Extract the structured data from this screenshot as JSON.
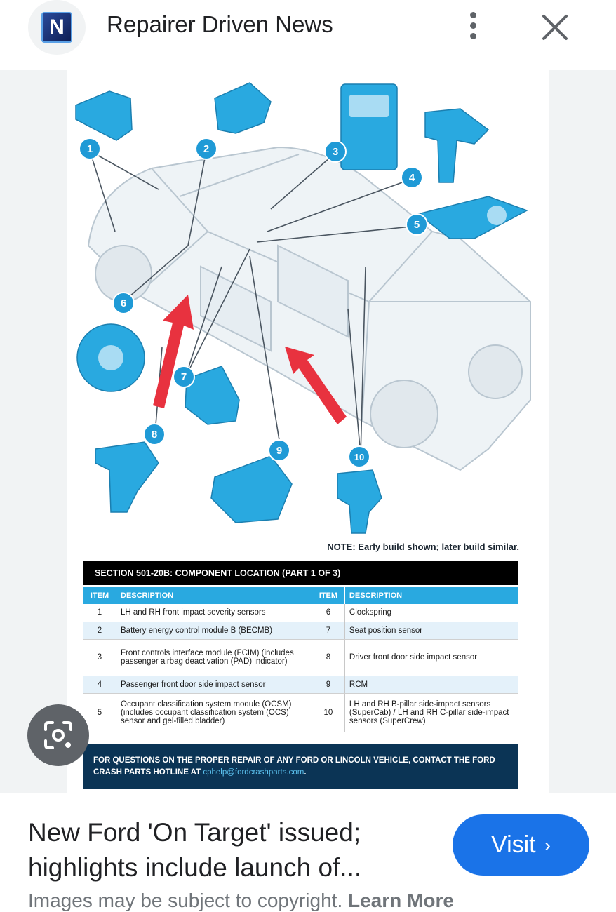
{
  "header": {
    "logo_letter": "N",
    "site_name": "Repairer Driven News",
    "more_icon": "more-vert-icon",
    "close_icon": "close-icon"
  },
  "diagram": {
    "callouts": [
      "1",
      "2",
      "3",
      "4",
      "5",
      "6",
      "7",
      "8",
      "9",
      "10"
    ],
    "note": "NOTE: Early build shown; later build similar.",
    "colors": {
      "part": "#29a9e0",
      "arrow": "#e8323f",
      "truck": "#c9d4dc"
    }
  },
  "section_title": "SECTION 501-20B: COMPONENT LOCATION (PART 1 OF 3)",
  "table": {
    "headers": [
      "ITEM",
      "DESCRIPTION",
      "ITEM",
      "DESCRIPTION"
    ],
    "rows": [
      {
        "item1": "1",
        "desc1": "LH and RH front impact severity sensors",
        "item2": "6",
        "desc2": "Clockspring"
      },
      {
        "item1": "2",
        "desc1": "Battery energy control module B (BECMB)",
        "item2": "7",
        "desc2": "Seat position sensor"
      },
      {
        "item1": "3",
        "desc1": "Front controls interface module (FCIM) (includes passenger airbag deactivation (PAD) indicator)",
        "item2": "8",
        "desc2": "Driver front door side impact sensor"
      },
      {
        "item1": "4",
        "desc1": "Passenger front door side impact sensor",
        "item2": "9",
        "desc2": "RCM"
      },
      {
        "item1": "5",
        "desc1": "Occupant classification system module (OCSM) (includes occupant classification system (OCS) sensor and gel-filled bladder)",
        "item2": "10",
        "desc2": "LH and RH B-pillar side-impact sensors (SuperCab) / LH and RH C-pillar side-impact sensors (SuperCrew)"
      }
    ]
  },
  "footer": {
    "text": "FOR QUESTIONS ON THE PROPER REPAIR OF ANY FORD OR LINCOLN VEHICLE, CONTACT THE FORD CRASH PARTS HOTLINE AT",
    "email": "cphelp@fordcrashparts.com",
    "period": "."
  },
  "lens": {
    "icon": "lens-search-icon"
  },
  "result": {
    "headline": "New Ford 'On Target' issued; highlights include launch of...",
    "visit_label": "Visit",
    "visit_icon": "chevron-right-icon",
    "copyright": "Images may be subject to copyright.",
    "learn_more": "Learn More"
  }
}
